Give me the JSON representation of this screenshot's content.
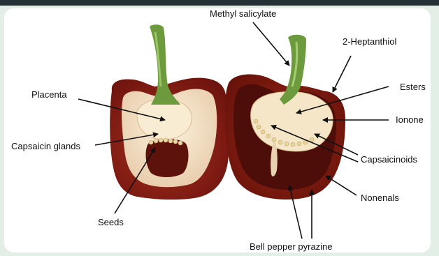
{
  "diagram": {
    "labels": {
      "methyl_salicylate": "Methyl salicylate",
      "heptanthiol": "2-Heptanthiol",
      "placenta": "Placenta",
      "esters": "Esters",
      "ionone": "Ionone",
      "capsaicin_glands": "Capsaicin glands",
      "capsaicinoids": "Capsaicinoids",
      "nonenals": "Nonenals",
      "seeds": "Seeds",
      "bell_pepper_pyrazine": "Bell pepper pyrazine"
    },
    "colors": {
      "background": "#e3efe6",
      "top_bar": "#243036",
      "panel": "#ffffff",
      "pepper_skin": "#8c1c14",
      "pepper_flesh": "#f3dfc4",
      "stem": "#6d9a3c",
      "seed_cavity": "#6a1610",
      "label_text": "#111111"
    }
  }
}
